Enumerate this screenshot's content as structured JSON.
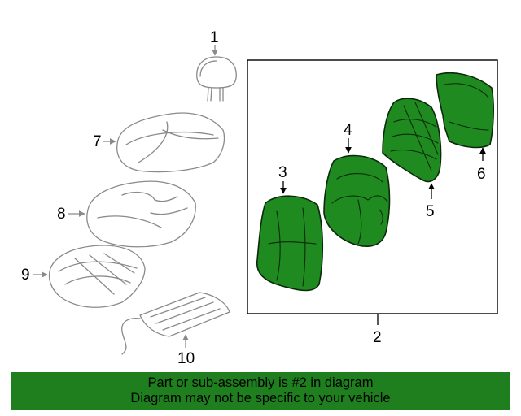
{
  "diagram": {
    "callouts": {
      "c1": "1",
      "c2": "2",
      "c3": "3",
      "c4": "4",
      "c5": "5",
      "c6": "6",
      "c7": "7",
      "c8": "8",
      "c9": "9",
      "c10": "10"
    },
    "colors": {
      "highlight": "#1f8a1f",
      "footer_bg": "#1f7f1f",
      "outline": "#8a8a8a"
    }
  },
  "footer": {
    "line1": "Part or sub-assembly is #2 in diagram",
    "line2": "Diagram may not be specific to your vehicle"
  }
}
